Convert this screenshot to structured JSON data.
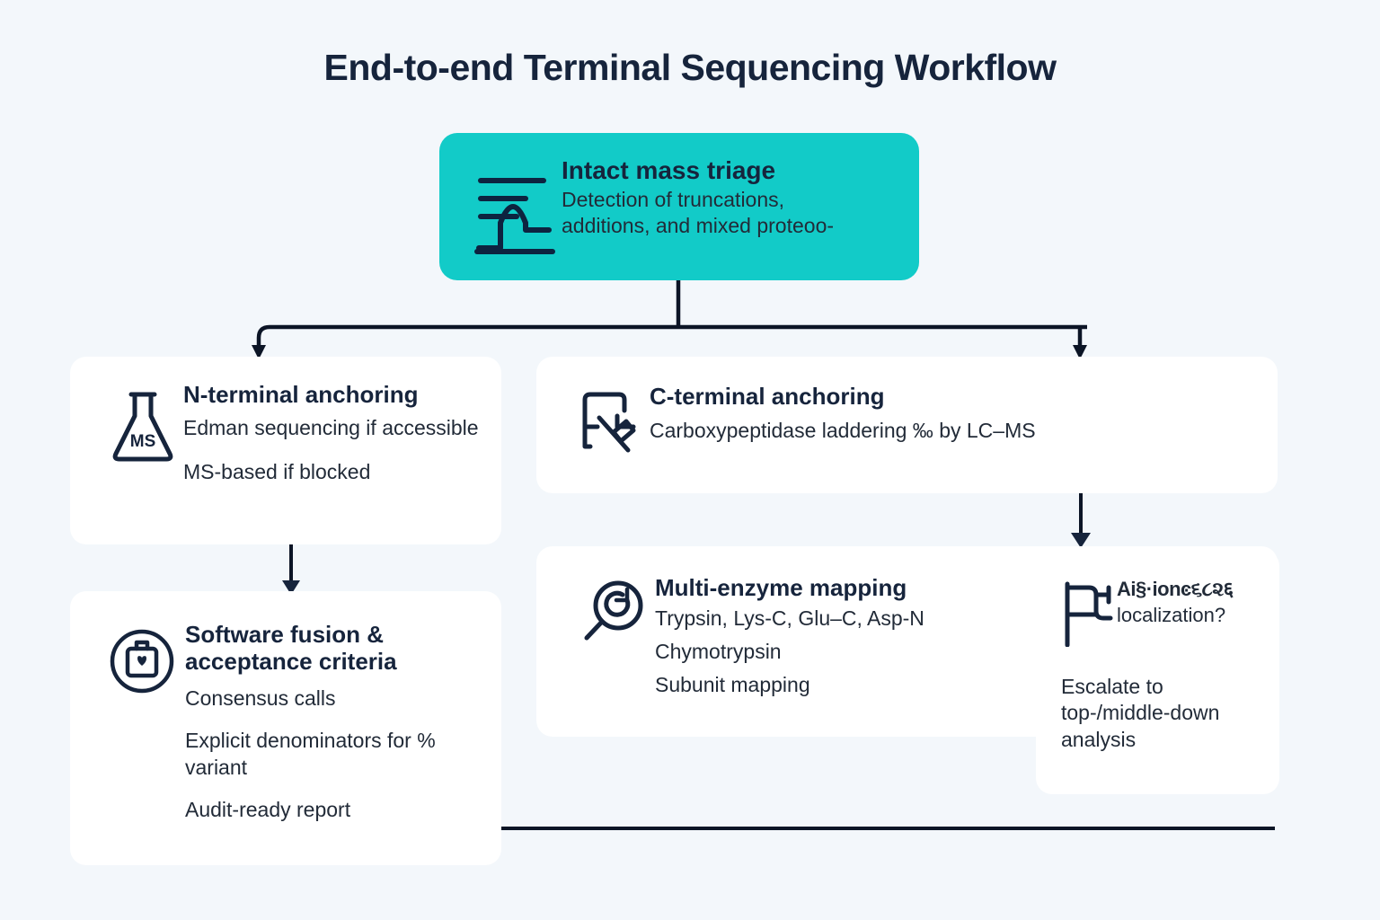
{
  "page": {
    "title": "End-to-end Terminal Sequencing Workflow",
    "background_color": "#f3f7fb",
    "accent_color": "#12cbc8",
    "text_color": "#16243c",
    "card_color": "#ffffff",
    "connector_color": "#0c1526"
  },
  "hero": {
    "icon": "chromatogram-peak-icon",
    "title": "Intact mass triage",
    "lines": [
      "Detection of truncations,",
      "additions, and mixed proteoo-"
    ]
  },
  "nterm": {
    "icon": "flask-ms-icon",
    "icon_label": "MS",
    "title": "N-terminal anchoring",
    "lines": [
      "Edman sequencing if accessible",
      "MS-based if blocked"
    ]
  },
  "cterm": {
    "icon": "document-pen-icon",
    "title": "C-terminal anchoring",
    "lines": [
      "Carboxypeptidase laddering ‰ by LC–MS"
    ]
  },
  "fusion": {
    "icon": "badge-heart-circle-icon",
    "title": "Software fusion & acceptance criteria",
    "lines": [
      "Consensus calls",
      "Explicit denominators for % variant",
      "Audit-ready report"
    ]
  },
  "enzyme": {
    "icon": "magnifier-refresh-icon",
    "title": "Multi-enzyme mapping",
    "lines": [
      "Trypsin, Lys-C, Glu–C, Asp-N",
      "Chymotrypsin",
      "Subunit mapping"
    ]
  },
  "escalate": {
    "icon": "flag-icon",
    "question_lines": [
      "Ai§·ionͼ૬૮૨६",
      "localization?"
    ],
    "lines": [
      "Escalate to top-/middle-down analysis"
    ]
  }
}
